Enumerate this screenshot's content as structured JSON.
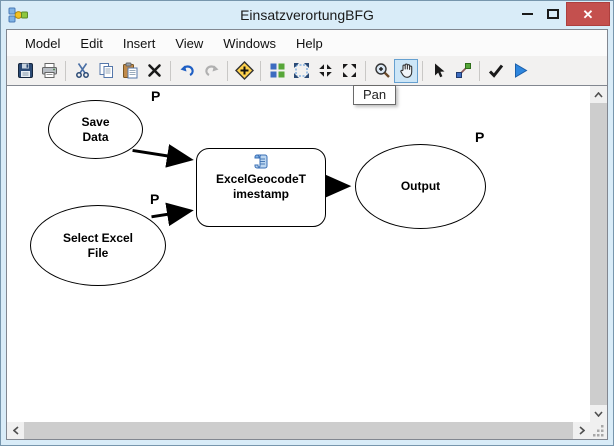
{
  "window": {
    "title": "EinsatzverortungBFG",
    "controls": {
      "minimize": "Minimize",
      "maximize": "Maximize",
      "close": "Close"
    }
  },
  "menu": {
    "items": [
      "Model",
      "Edit",
      "Insert",
      "View",
      "Windows",
      "Help"
    ]
  },
  "toolbar": {
    "tooltip": "Pan",
    "active_tool": "Pan",
    "buttons": [
      {
        "name": "Save",
        "icon": "floppy-icon"
      },
      {
        "name": "Print",
        "icon": "printer-icon"
      },
      {
        "name": "Cut",
        "icon": "scissors-icon"
      },
      {
        "name": "Copy",
        "icon": "copy-icon"
      },
      {
        "name": "Paste",
        "icon": "paste-icon"
      },
      {
        "name": "Delete",
        "icon": "delete-x-icon"
      },
      {
        "name": "Undo",
        "icon": "undo-arrow-icon"
      },
      {
        "name": "Redo",
        "icon": "redo-arrow-icon"
      },
      {
        "name": "Add Data or Tool",
        "icon": "add-diamond-icon"
      },
      {
        "name": "Auto Layout",
        "icon": "auto-layout-icon"
      },
      {
        "name": "Full Extent",
        "icon": "full-extent-icon"
      },
      {
        "name": "Fixed Zoom In",
        "icon": "fixed-zoom-in-icon"
      },
      {
        "name": "Fixed Zoom Out",
        "icon": "fixed-zoom-out-icon"
      },
      {
        "name": "Zoom In",
        "icon": "magnifier-icon"
      },
      {
        "name": "Pan",
        "icon": "pan-hand-icon"
      },
      {
        "name": "Select",
        "icon": "select-arrow-icon"
      },
      {
        "name": "Connect",
        "icon": "connect-icon"
      },
      {
        "name": "Validate Entire Model",
        "icon": "validate-check-icon"
      },
      {
        "name": "Run",
        "icon": "run-play-icon"
      }
    ]
  },
  "canvas": {
    "nodes": [
      {
        "id": "save-data",
        "type": "variable",
        "label": "Save Data",
        "param_label": "P"
      },
      {
        "id": "select-excel-file",
        "type": "variable",
        "label": "Select Excel File",
        "param_label": "P"
      },
      {
        "id": "excel-geocode-timestamp",
        "type": "tool",
        "label": "ExcelGeocodeTimestamp",
        "label_lines": [
          "ExcelGeocodeT",
          "imestamp"
        ]
      },
      {
        "id": "output",
        "type": "variable",
        "label": "Output",
        "param_label": "P"
      }
    ],
    "connections": [
      {
        "from": "save-data",
        "to": "excel-geocode-timestamp"
      },
      {
        "from": "select-excel-file",
        "to": "excel-geocode-timestamp"
      },
      {
        "from": "excel-geocode-timestamp",
        "to": "output"
      }
    ]
  },
  "colors": {
    "titlebar_bg": "#d9ecf8",
    "close_button": "#c4504e",
    "pan_active_bg": "#cde6f7",
    "pan_active_border": "#66a0d0",
    "node_fill": "#ffffff",
    "node_stroke": "#000000",
    "run_blue": "#2e86de"
  }
}
